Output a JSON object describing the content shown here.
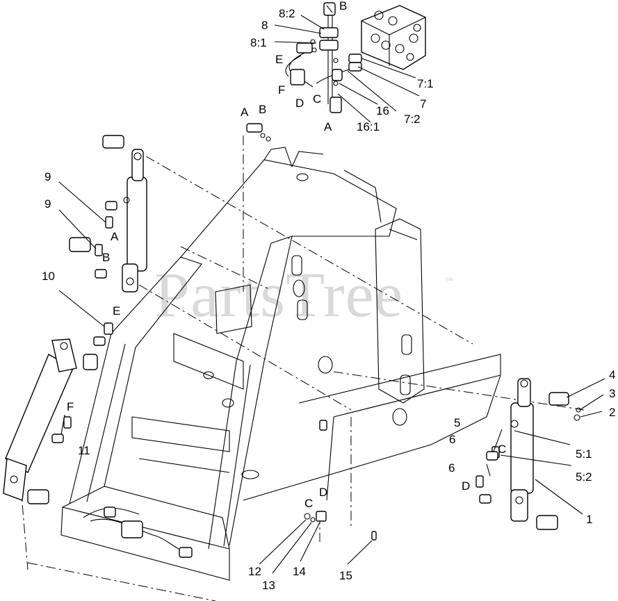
{
  "watermark": {
    "text": "PartsTree",
    "trademark": "™"
  },
  "callouts": [
    {
      "id": "c-8-2",
      "text": "8:2"
    },
    {
      "id": "c-8",
      "text": "8"
    },
    {
      "id": "c-8-1",
      "text": "8:1"
    },
    {
      "id": "c-b-top",
      "text": "B"
    },
    {
      "id": "c-e-top",
      "text": "E"
    },
    {
      "id": "c-f-top",
      "text": "F"
    },
    {
      "id": "c-d-top",
      "text": "D"
    },
    {
      "id": "c-c-top",
      "text": "C"
    },
    {
      "id": "c-a-top",
      "text": "A"
    },
    {
      "id": "c-16",
      "text": "16"
    },
    {
      "id": "c-16-1",
      "text": "16:1"
    },
    {
      "id": "c-7-1",
      "text": "7:1"
    },
    {
      "id": "c-7",
      "text": "7"
    },
    {
      "id": "c-7-2",
      "text": "7:2"
    },
    {
      "id": "c-a-mid",
      "text": "A"
    },
    {
      "id": "c-b-mid",
      "text": "B"
    },
    {
      "id": "c-9a",
      "text": "9"
    },
    {
      "id": "c-9b",
      "text": "9"
    },
    {
      "id": "c-a-left",
      "text": "A"
    },
    {
      "id": "c-b-left",
      "text": "B"
    },
    {
      "id": "c-10",
      "text": "10"
    },
    {
      "id": "c-e-left",
      "text": "E"
    },
    {
      "id": "c-f-left",
      "text": "F"
    },
    {
      "id": "c-11",
      "text": "11"
    },
    {
      "id": "c-4",
      "text": "4"
    },
    {
      "id": "c-3",
      "text": "3"
    },
    {
      "id": "c-2",
      "text": "2"
    },
    {
      "id": "c-5",
      "text": "5"
    },
    {
      "id": "c-5-1",
      "text": "5:1"
    },
    {
      "id": "c-6a",
      "text": "6"
    },
    {
      "id": "c-c-right",
      "text": "C"
    },
    {
      "id": "c-5-2",
      "text": "5:2"
    },
    {
      "id": "c-6b",
      "text": "6"
    },
    {
      "id": "c-d-right",
      "text": "D"
    },
    {
      "id": "c-1",
      "text": "1"
    },
    {
      "id": "c-c-bot",
      "text": "C"
    },
    {
      "id": "c-d-bot",
      "text": "D"
    },
    {
      "id": "c-12",
      "text": "12"
    },
    {
      "id": "c-13",
      "text": "13"
    },
    {
      "id": "c-14",
      "text": "14"
    },
    {
      "id": "c-15",
      "text": "15"
    }
  ]
}
